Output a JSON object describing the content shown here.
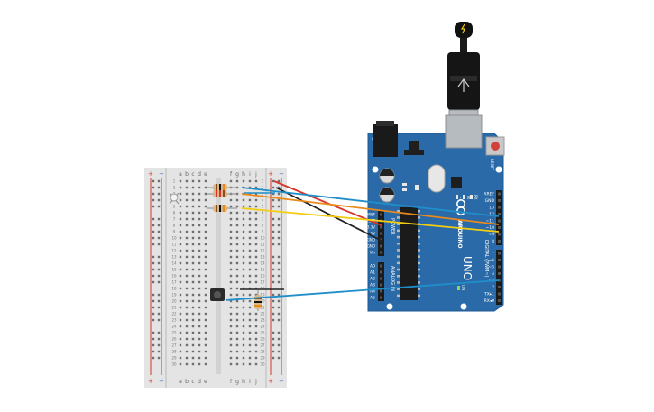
{
  "breadboard": {
    "column_letters_left": [
      "a",
      "b",
      "c",
      "d",
      "e"
    ],
    "column_letters_right": [
      "f",
      "g",
      "h",
      "i",
      "j"
    ],
    "rail_plus": "+",
    "rail_minus": "−",
    "row_count": 30
  },
  "arduino": {
    "brand": "ARDUINO",
    "model": "UNO",
    "power_header_title": "POWER",
    "analog_header_title": "ANALOG IN",
    "digital_header_title": "DIGITAL (PWM~)",
    "on_label": "ON",
    "reset_label": "RESET",
    "tx_label": "TX",
    "rx_label": "RX",
    "l_label": "L",
    "power_pins": [
      "IOREF",
      "RESET",
      "3.3V",
      "5V",
      "GND",
      "GND",
      "Vin"
    ],
    "analog_pins": [
      "A0",
      "A1",
      "A2",
      "A3",
      "A4",
      "A5"
    ],
    "digital_pins_top": [
      "AREF",
      "GND",
      "13",
      "12",
      "~11",
      "~10",
      "~9",
      "8"
    ],
    "digital_pins_bottom": [
      "7",
      "~6",
      "~5",
      "4",
      "~3",
      "2",
      "TX▸1",
      "RX◂0"
    ]
  },
  "colors": {
    "board": "#2a6aa8",
    "breadboard": "#e4e4e4",
    "wire_blue": "#1f8ec9",
    "wire_red": "#d93329",
    "wire_black": "#222222",
    "wire_orange": "#e98a1a",
    "wire_yellow": "#f2cc12"
  }
}
